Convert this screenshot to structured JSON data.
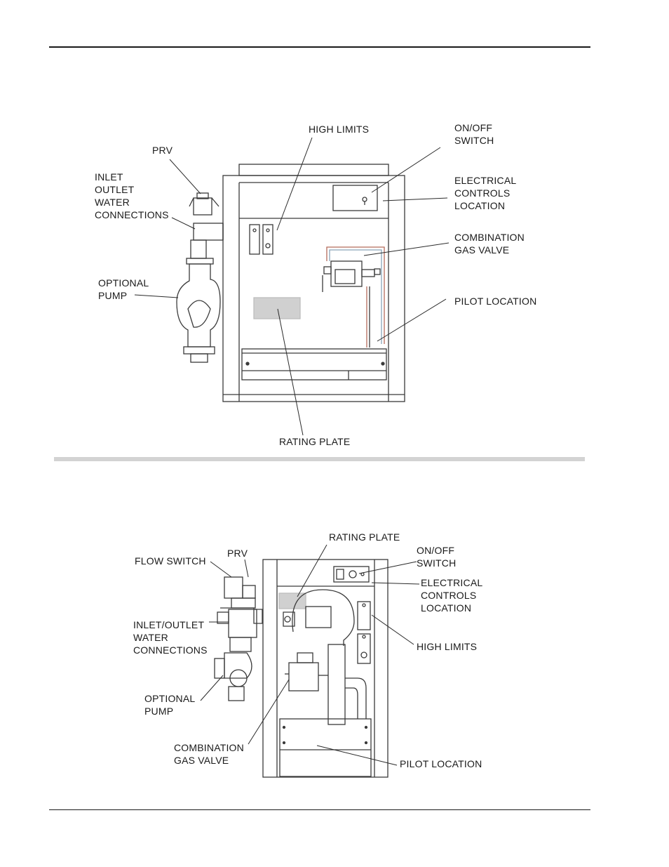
{
  "figure1": {
    "labels": {
      "high_limits": "HIGH LIMITS",
      "on_off_switch": "ON/OFF\nSWITCH",
      "prv": "PRV",
      "inlet_outlet": "INLET\nOUTLET\nWATER\nCONNECTIONS",
      "electrical_controls": "ELECTRICAL\nCONTROLS\nLOCATION",
      "combination_gas_valve": "COMBINATION\nGAS VALVE",
      "optional_pump": "OPTIONAL\nPUMP",
      "pilot_location": "PILOT LOCATION",
      "rating_plate": "RATING PLATE"
    }
  },
  "figure2": {
    "labels": {
      "rating_plate": "RATING PLATE",
      "prv": "PRV",
      "flow_switch": "FLOW SWITCH",
      "on_off_switch": "ON/OFF\nSWITCH",
      "electrical_controls": "ELECTRICAL\nCONTROLS\nLOCATION",
      "inlet_outlet": "INLET/OUTLET\nWATER\nCONNECTIONS",
      "high_limits": "HIGH LIMITS",
      "optional_pump": "OPTIONAL\nPUMP",
      "combination_gas_valve": "COMBINATION\nGAS VALVE",
      "pilot_location": "PILOT LOCATION"
    }
  }
}
